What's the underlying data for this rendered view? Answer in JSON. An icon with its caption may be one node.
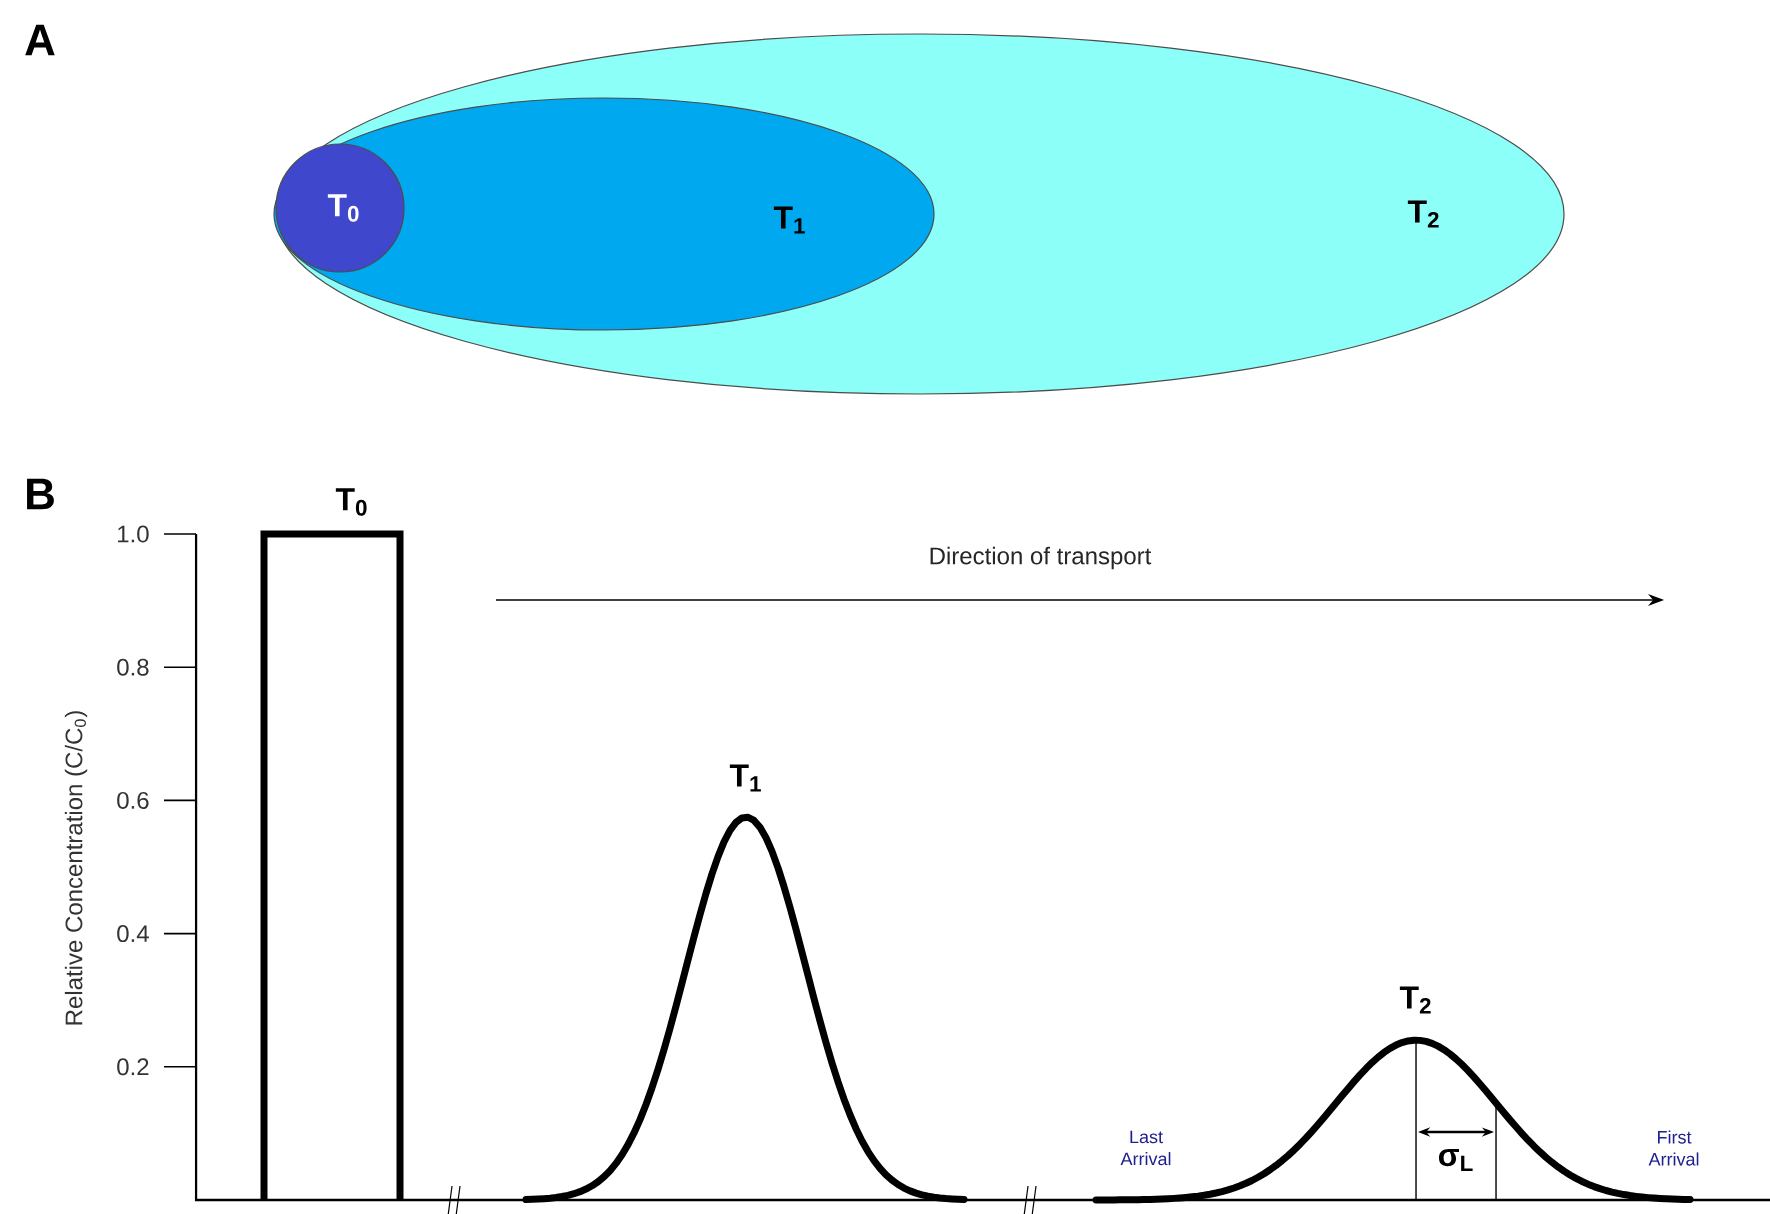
{
  "diagram": {
    "nodes": [
      {
        "text": [
          "T$_{2}$"
        ]
      },
      {
        "text": [
          "T$_{1}$"
        ],
        "in": 0
      },
      {
        "text": [
          "T$_{0}$"
        ],
        "in": 1
      }
    ],
    "labels": [
      "A",
      "B",
      "1.0",
      "0.8",
      "0.6",
      "0.4",
      "0.2",
      "Relative Concentration (C/C$_{0}$)",
      "T$_{0}$",
      "Direction of transport",
      "T$_{1}$",
      "T$_{2}$",
      "Last Arrival",
      "σ$_{L}$",
      "First Arrival"
    ]
  }
}
